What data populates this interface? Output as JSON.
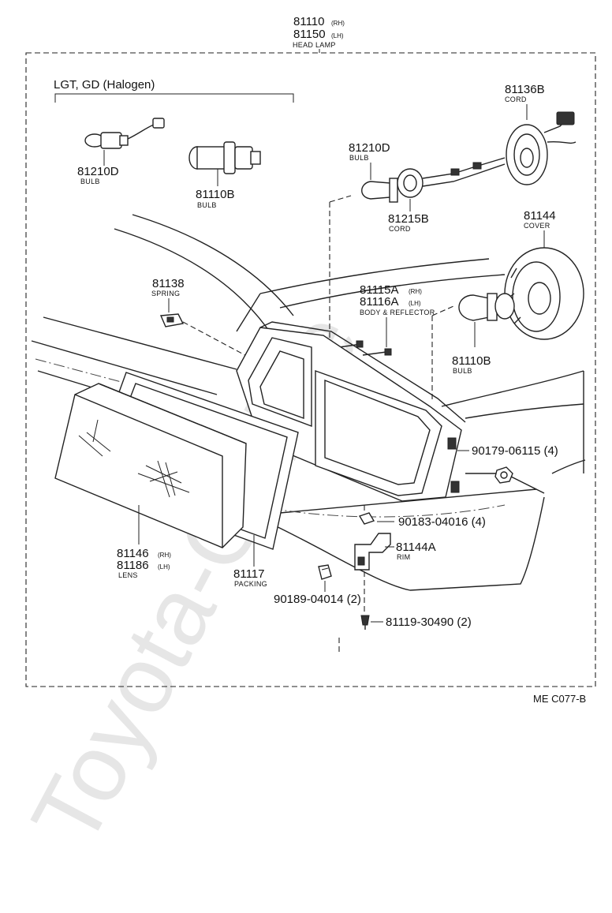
{
  "header": {
    "part_rh": "81110",
    "suffix_rh": "(RH)",
    "part_lh": "81150",
    "suffix_lh": "(LH)",
    "name": "HEAD LAMP"
  },
  "variant_label": "LGT, GD (Halogen)",
  "parts": {
    "bulb_halogen_small": {
      "number": "81210D",
      "name": "BULB"
    },
    "bulb_halogen_large": {
      "number": "81110B",
      "name": "BULB"
    },
    "bulb_upper": {
      "number": "81210D",
      "name": "BULB"
    },
    "cord_socket": {
      "number": "81215B",
      "name": "CORD"
    },
    "cord": {
      "number": "81136B",
      "name": "CORD"
    },
    "cover": {
      "number": "81144",
      "name": "COVER"
    },
    "spring": {
      "number": "81138",
      "name": "SPRING"
    },
    "body_reflector": {
      "number_rh": "81115A",
      "suffix_rh": "(RH)",
      "number_lh": "81116A",
      "suffix_lh": "(LH)",
      "name": "BODY & REFLECTOR"
    },
    "bulb_rear": {
      "number": "81110B",
      "name": "BULB"
    },
    "nut_a": {
      "number": "90179-06115 (4)"
    },
    "nut_b": {
      "number": "90183-04016 (4)"
    },
    "rim": {
      "number": "81144A",
      "name": "RIM"
    },
    "lens": {
      "number_rh": "81146",
      "suffix_rh": "(RH)",
      "number_lh": "81186",
      "suffix_lh": "(LH)",
      "name": "LENS"
    },
    "packing": {
      "number": "81117",
      "name": "PACKING"
    },
    "clip": {
      "number": "90189-04014 (2)"
    },
    "screw": {
      "number": "81119-30490 (2)"
    }
  },
  "diagram_code": "ME C077-B",
  "watermark": "Toyota-Online"
}
